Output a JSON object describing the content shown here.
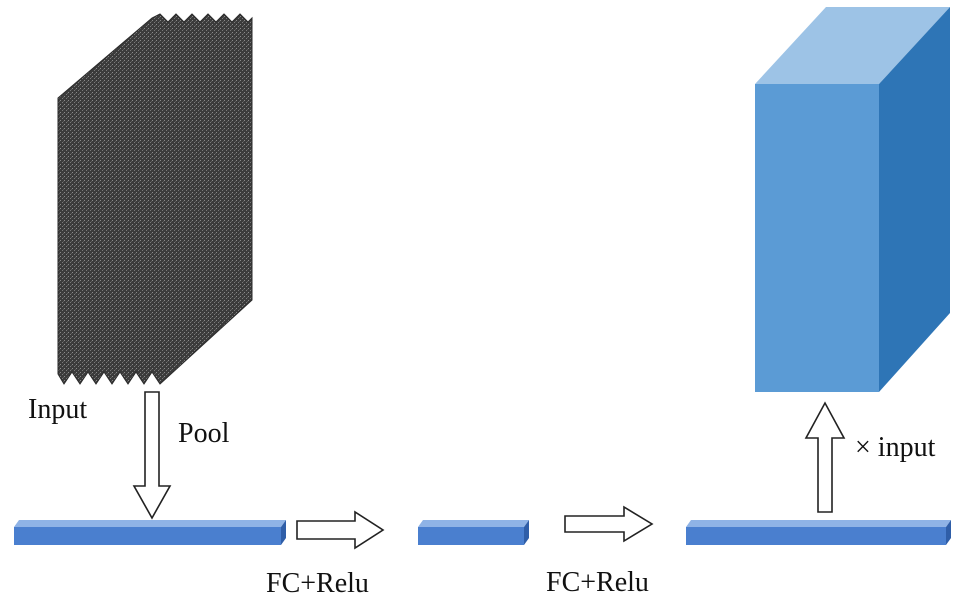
{
  "labels": {
    "input": "Input",
    "pool": "Pool",
    "fc_relu_1": "FC+Relu",
    "fc_relu_2": "FC+Relu",
    "times_input": "× input"
  },
  "colors": {
    "background": "#ffffff",
    "input_block": "#3b3b3b",
    "bar_front": "#4a7fcf",
    "bar_top": "#8fb3e6",
    "bar_side": "#2f5ea8",
    "box_front": "#5b9bd5",
    "box_top": "#9dc3e6",
    "box_side": "#2e75b6",
    "arrow_outline": "#222222"
  },
  "icons": {
    "arrows": "hollow-block-arrow",
    "input_block": "jagged-stacked-feature-maps"
  }
}
